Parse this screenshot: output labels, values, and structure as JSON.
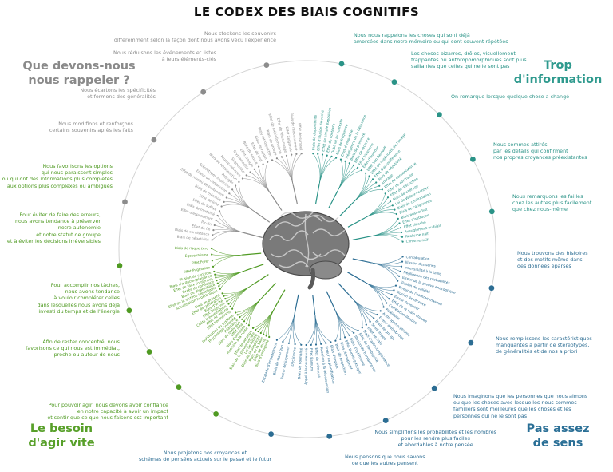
{
  "title": "LE CODEX DES BIAIS COGNITIFS",
  "colors": {
    "gray": "#8c8c8c",
    "teal": "#2a9387",
    "green": "#4f9a22",
    "blue": "#2c6d93",
    "brain": "#6b6b6b"
  },
  "quadrants": {
    "remember": [
      "Que devons-nous",
      "nous rappeler ?"
    ],
    "information": [
      "Trop",
      "d'information"
    ],
    "act_fast": [
      "Le besoin",
      "d'agir vite"
    ],
    "meaning": [
      "Pas assez",
      "de sens"
    ]
  },
  "notes": {
    "gray_1": [
      "Nous stockons les souvenirs",
      "différemment selon la façon dont nous avons vécu l'expérience"
    ],
    "gray_2": [
      "Nous réduisons les événements et listes",
      "à leurs éléments-clés"
    ],
    "gray_3": [
      "Nous écartons les spécificités",
      "et formons des généralités"
    ],
    "gray_4": [
      "Nous modifions et renforçons",
      "certains souvenirs après les faits"
    ],
    "teal_1": [
      "Nous nous rappelons les choses qui sont déjà",
      "amorcées dans notre mémoire ou qui sont souvent répétées"
    ],
    "teal_2": [
      "Les choses bizarres, drôles, visuellement",
      "frappantes ou anthropomorphiques sont plus",
      "saillantes que celles qui ne le sont pas"
    ],
    "teal_3": [
      "On remarque lorsque quelque chose a changé"
    ],
    "teal_4": [
      "Nous sommes attirés",
      "par les détails qui confirment",
      "nos propres croyances préexistantes"
    ],
    "teal_5": [
      "Nous remarquons les failles",
      "chez les autres plus facilement",
      "que chez nous-même"
    ],
    "blue_1": [
      "Nous trouvons des histoires",
      "et des motifs même dans",
      "des données éparses"
    ],
    "blue_2": [
      "Nous remplissons les caractéristiques",
      "manquantes à partir de stéréotypes,",
      "de généralités et de nos a priori"
    ],
    "blue_3": [
      "Nous imaginons que les personnes que nous aimons",
      "ou que les choses avec lesquelles nous sommes",
      "familiers sont meilleures que les choses et les",
      "personnes qui ne le sont pas"
    ],
    "blue_4": [
      "Nous simplifions les probabilités et les nombres",
      "pour les rendre plus faciles",
      "et abordables à notre pensée"
    ],
    "blue_5": [
      "Nous pensons que nous savons",
      "ce que les autres pensent"
    ],
    "blue_6": [
      "Nous projetons nos croyances et",
      "schémas de pensées actuels sur le passé et le futur"
    ],
    "green_1": [
      "Nous favorisons les options",
      "qui nous paraissent simples",
      "ou qui ont des informations plus complètes",
      "aux options plus complexes ou ambiguës"
    ],
    "green_2": [
      "Pour éviter de faire des erreurs,",
      "nous avons tendance à préserver",
      "notre autonomie",
      "et notre statut de groupe",
      "et à éviter les décisions irréversibles"
    ],
    "green_3": [
      "Pour accomplir nos tâches,",
      "nous avons tendance",
      "à vouloir compléter celles",
      "dans lesquelles nous avons déjà",
      "investi du temps et de l'énergie"
    ],
    "green_4": [
      "Afin de rester concentré, nous",
      "favorisons ce qui nous est immédiat,",
      "proche ou autour de nous"
    ],
    "green_5": [
      "Pour pouvoir agir, nous devons avoir confiance",
      "en notre capacité à avoir un impact",
      "et sentir que ce que nous faisons est important"
    ]
  },
  "biases": {
    "teal": [
      "Biais de disponibilité",
      "Effet d'illusion de vérité",
      "Effet de simple exposition",
      "Effet de contexte",
      "Oubli lié au contexte",
      "Biais de fréquence",
      "Effet d'empathie",
      "Négligence de la fréquence",
      "Biais de primauté",
      "Effet de récence",
      "Effet bizarrerie",
      "Effet d'humour",
      "Effet Von Restorff",
      "Effet de supériorité de l'image",
      "Effet d'autoréférence",
      "Biais de négativité",
      "Ancrage",
      "Effet de conservatisme",
      "Effet de contraste",
      "Effet de distinction",
      "Biais de cadrage",
      "Loi de Weber-Fechner",
      "Biais de confirmation",
      "Biais de congruence",
      "Biais post-achat",
      "Effet d'autruche",
      "Effet placebo",
      "Aveuglement au biais",
      "Réalisme naïf",
      "Cynisme naïf"
    ],
    "blue": [
      "Confabulation",
      "Illusion des séries",
      "Insensibilité à la taille",
      "Négligence des probabilités",
      "Erreur de la preuve anecdotique",
      "Illusion de validité",
      "Erreur de l'homme masqué",
      "Illusion de récence",
      "Erreur du joueur",
      "Effet de la main chaude",
      "Corrélation illusoire",
      "Paréidolie",
      "Anthropomorphisme",
      "Erreur d'attribution",
      "Biais de groupe",
      "Stéréotypes",
      "Effet de halo",
      "Biais d'autocomplaisance",
      "Effet de l'ambiguïté",
      "Illusion de transparence",
      "Biais d'optimisme",
      "Effet Dunning-Kruger",
      "Biais rétrospectif",
      "Biais de projection",
      "Biais d'impact",
      "Erreur de planification",
      "Aversion à la dépossession",
      "Effet de primauté",
      "Effet Barnum",
      "Appel à la nouveauté",
      "Biais de normalité",
      "Déclinisme",
      "Erreur de jugement",
      "Biais de statu quo",
      "Escalade d'engagement"
    ],
    "green": [
      "Biais d'ambiguïté",
      "Effet de leurre",
      "Biais de la base",
      "Biais de la simplicité",
      "Loi de futilité",
      "Biais de la preuve sociale",
      "Effet de dotation",
      "Aversion à la perte",
      "Biais d'omission",
      "Effet Ikea",
      "Biais de statu quo",
      "Réactance",
      "Psychologie inversée",
      "Justification du système",
      "Effet boomerang",
      "Effet de rebond",
      "Coûts irrécupérables",
      "Effet Zeigarnik",
      "Biais d'unité",
      "Effet de génération",
      "Biais de présent",
      "Actualisation hyperbolique",
      "Effet de la victime identifiable",
      "Biais de disponibilité",
      "Excès de confiance",
      "Effet de faux consensus",
      "Biais d'autocomplaisance",
      "Illusion de contrôle",
      "Effet Pygmalion",
      "Effet Forer",
      "Égocentrisme",
      "Biais de risque zéro"
    ],
    "gray": [
      "Biais de négativité",
      "Biais de consistance",
      "Effet de fin",
      "Pic-fin",
      "Effet d'espacement",
      "Biais de modalité",
      "Effet de suffixe",
      "Effet de liste",
      "Biais de mémoire",
      "Effet de niveau de traitement",
      "Erreur de conjonction",
      "Stéréotypes implicites",
      "Préjugés",
      "Biais de rétrospection",
      "Fausse mémoire",
      "Suggestion",
      "Cryptomnésie",
      "Effet Google",
      "Biais de source",
      "Effet de test",
      "Biais de rappel",
      "Rosy retrospection",
      "Biais de groupe",
      "Effet de mésinformation",
      "Effet de télescopage",
      "Effet Zeigarnik",
      "Biais de raisonnement",
      "Effet de sursaut"
    ]
  }
}
